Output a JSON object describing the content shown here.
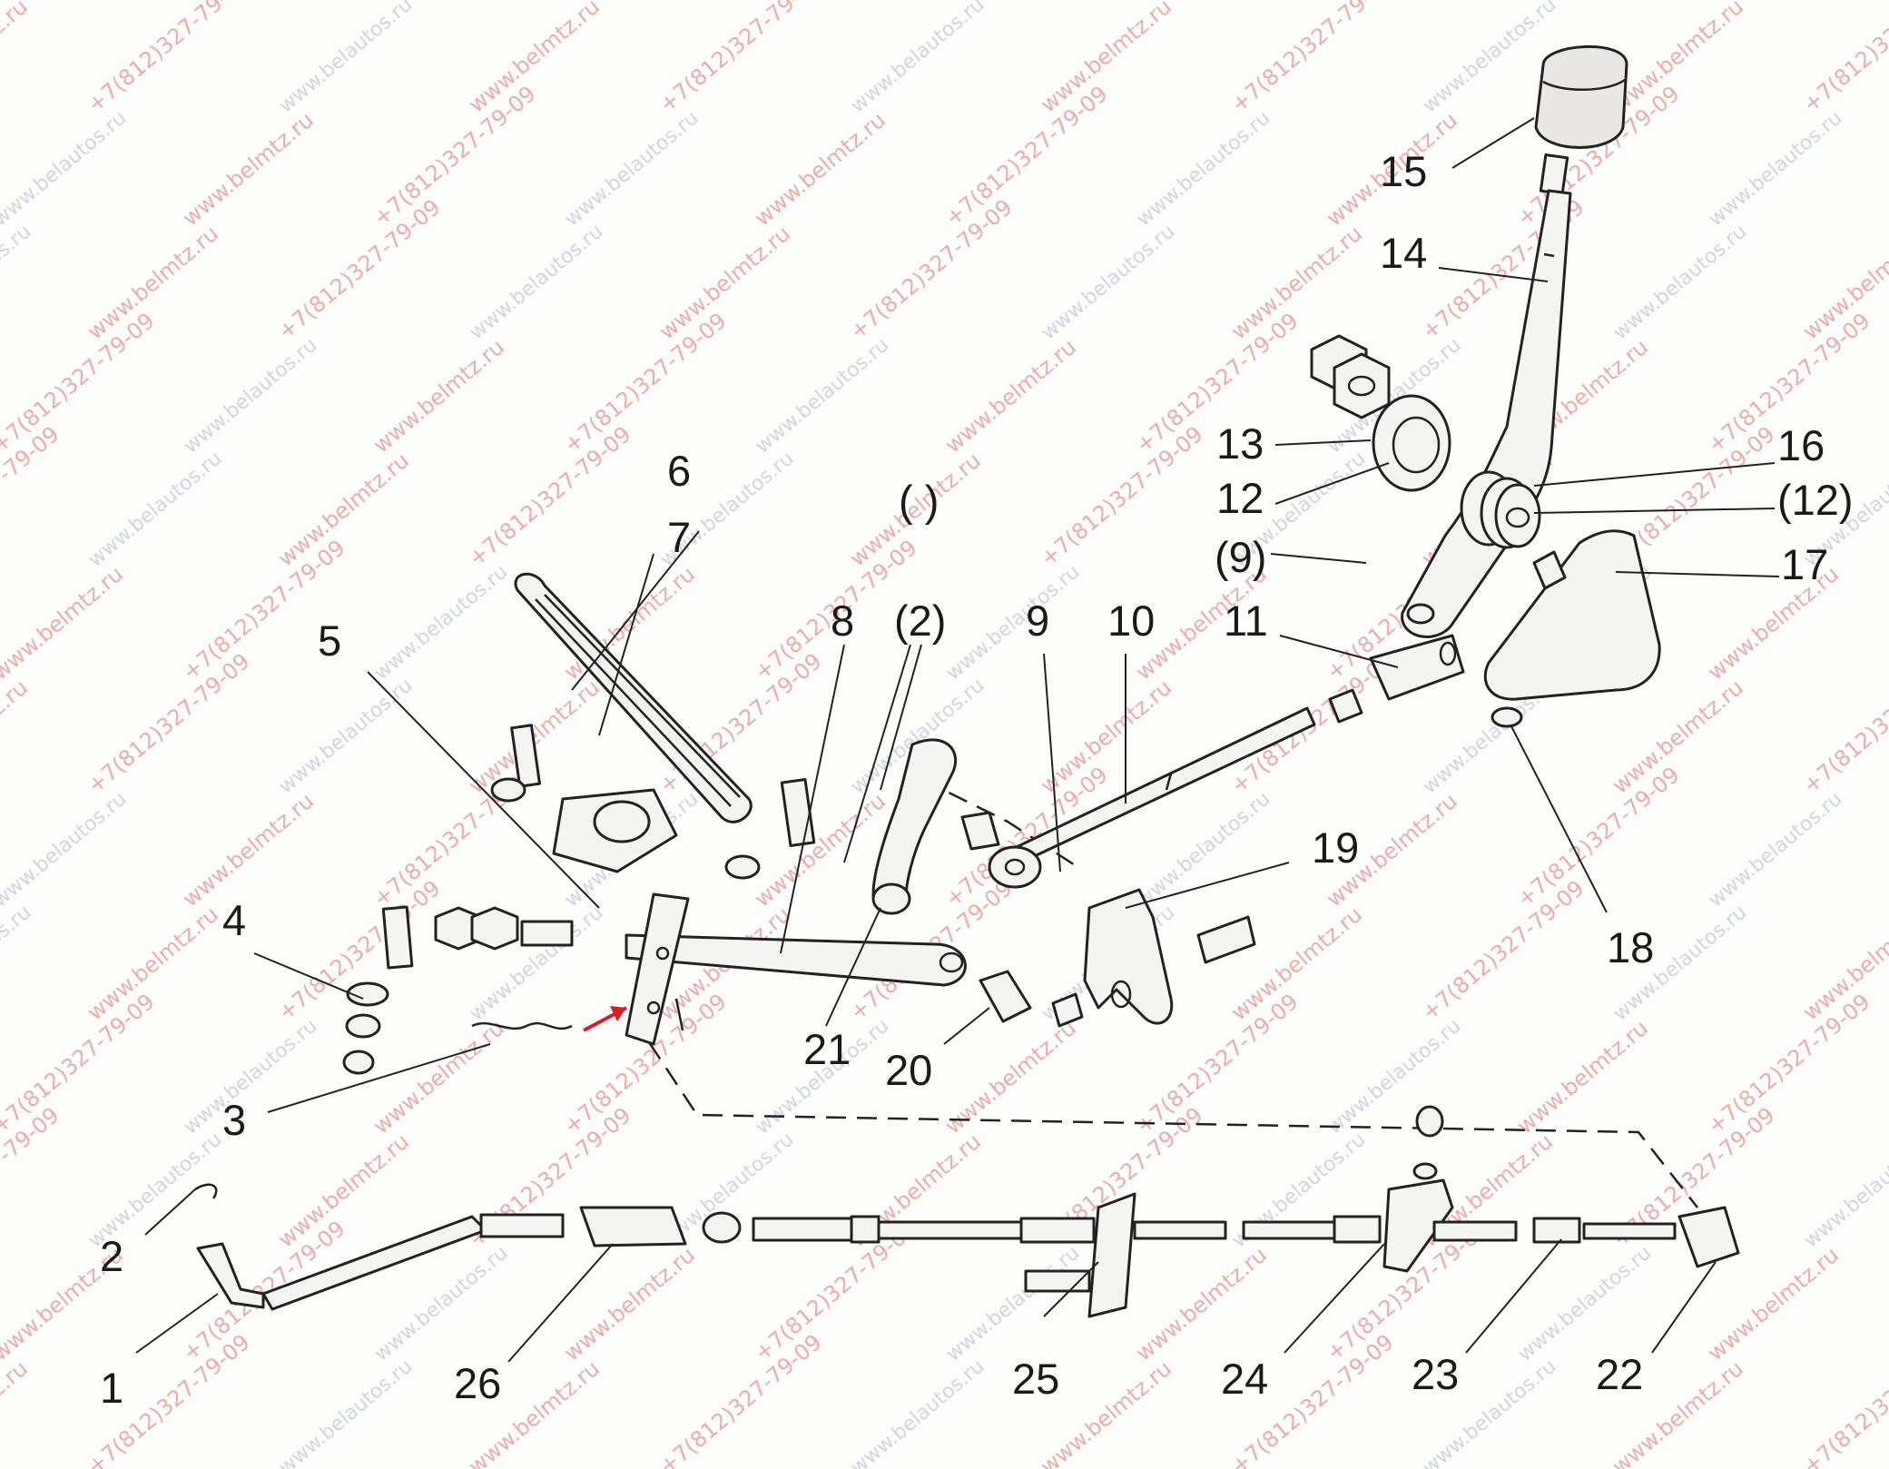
{
  "watermarks": {
    "site": "www.belmtz.ru",
    "phone": "+7(812)327-79-09",
    "site_alt": "www.belautos.ru"
  },
  "callouts": [
    {
      "id": "c1",
      "text": "1"
    },
    {
      "id": "c2",
      "text": "2"
    },
    {
      "id": "c3",
      "text": "3"
    },
    {
      "id": "c4",
      "text": "4"
    },
    {
      "id": "c5",
      "text": "5"
    },
    {
      "id": "c6",
      "text": "6"
    },
    {
      "id": "c7",
      "text": "7"
    },
    {
      "id": "c8",
      "text": "8"
    },
    {
      "id": "c2b",
      "text": "(2)"
    },
    {
      "id": "c9",
      "text": "9"
    },
    {
      "id": "c10",
      "text": "10"
    },
    {
      "id": "c11",
      "text": "11"
    },
    {
      "id": "c9b",
      "text": "(9)"
    },
    {
      "id": "c12",
      "text": "12"
    },
    {
      "id": "c12b",
      "text": "(12)"
    },
    {
      "id": "c13",
      "text": "13"
    },
    {
      "id": "c14",
      "text": "14"
    },
    {
      "id": "c15",
      "text": "15"
    },
    {
      "id": "c16",
      "text": "16"
    },
    {
      "id": "c17",
      "text": "17"
    },
    {
      "id": "c18",
      "text": "18"
    },
    {
      "id": "c19",
      "text": "19"
    },
    {
      "id": "c20",
      "text": "20"
    },
    {
      "id": "c21",
      "text": "21"
    },
    {
      "id": "c22",
      "text": "22"
    },
    {
      "id": "c23",
      "text": "23"
    },
    {
      "id": "c24",
      "text": "24"
    },
    {
      "id": "c25",
      "text": "25"
    },
    {
      "id": "c26",
      "text": "26"
    },
    {
      "id": "cparen",
      "text": "( )"
    }
  ],
  "colors": {
    "ink": "#222222",
    "watermark_red": "#e06a6a",
    "marker_arrow": "#d81e1e"
  }
}
